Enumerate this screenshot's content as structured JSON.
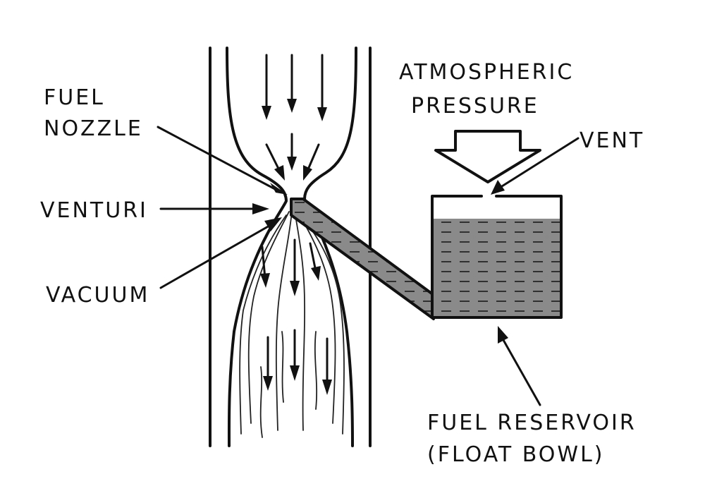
{
  "labels": {
    "fuel_nozzle": [
      "FUEL",
      "NOZZLE"
    ],
    "venturi": "VENTURI",
    "vacuum": "VACUUM",
    "atmospheric_pressure": [
      "ATMOSPHERIC",
      "PRESSURE"
    ],
    "vent": "VENT",
    "fuel_reservoir": [
      "FUEL RESERVOIR",
      "(FLOAT BOWL)"
    ]
  },
  "colors": {
    "ink": "#111111",
    "fuel": "#8a8a8a",
    "background": "#ffffff"
  }
}
